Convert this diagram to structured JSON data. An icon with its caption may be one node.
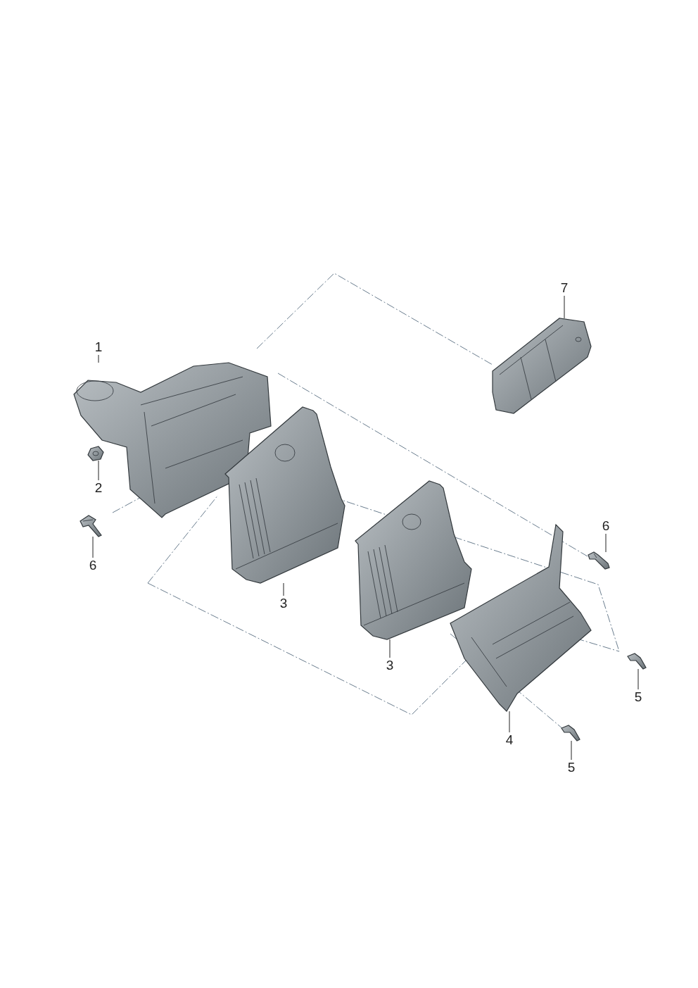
{
  "diagram": {
    "nodes": [
      {
        "text": [
          "1"
        ]
      },
      {
        "text": [
          "2"
        ]
      },
      {
        "text": [
          "6"
        ]
      },
      {
        "text": [
          "3"
        ]
      },
      {
        "text": [
          "3"
        ]
      },
      {
        "text": [
          "4"
        ]
      },
      {
        "text": [
          "5"
        ]
      },
      {
        "text": [
          "5"
        ]
      },
      {
        "text": [
          "6"
        ]
      },
      {
        "text": [
          "7"
        ]
      },
      {
        "text": [],
        "shape": "picture"
      },
      {
        "text": [],
        "shape": "picture"
      },
      {
        "text": [],
        "shape": "picture"
      },
      {
        "text": [],
        "shape": "picture"
      },
      {
        "text": [],
        "shape": "picture"
      },
      {
        "text": [],
        "shape": "picture"
      },
      {
        "text": [],
        "shape": "picture"
      },
      {
        "text": [],
        "shape": "picture"
      },
      {
        "text": [],
        "shape": "picture"
      },
      {
        "text": [],
        "shape": "picture"
      }
    ],
    "edges": [
      {
        "from": 0,
        "to": 10,
        "arrow": "none"
      },
      {
        "from": 1,
        "to": 11,
        "arrow": "none"
      },
      {
        "from": 2,
        "to": 12,
        "arrow": "none"
      },
      {
        "from": 3,
        "to": 13,
        "arrow": "none"
      },
      {
        "from": 4,
        "to": 14,
        "arrow": "none"
      },
      {
        "from": 5,
        "to": 15,
        "arrow": "none"
      },
      {
        "from": 6,
        "to": 16,
        "arrow": "none"
      },
      {
        "from": 7,
        "to": 17,
        "arrow": "none"
      },
      {
        "from": 8,
        "to": 18,
        "arrow": "none"
      },
      {
        "from": 9,
        "to": 19,
        "arrow": "none"
      }
    ]
  }
}
